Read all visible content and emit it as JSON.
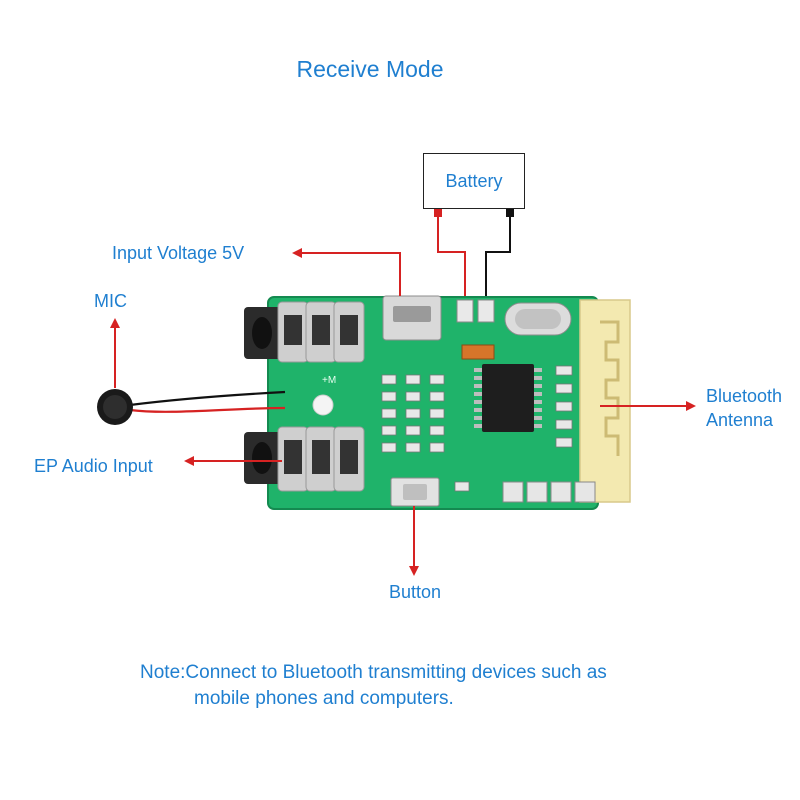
{
  "title": "Receive Mode",
  "labels": {
    "battery": "Battery",
    "input_voltage": "Input Voltage 5V",
    "mic": "MIC",
    "bluetooth_line1": "Bluetooth",
    "bluetooth_line2": "Antenna",
    "ep_audio_input": "EP Audio Input",
    "button": "Button"
  },
  "note": {
    "line1": "Note:Connect to Bluetooth transmitting devices such as",
    "line2": "mobile phones and computers."
  },
  "colors": {
    "label_blue": "#1f7fd0",
    "arrow_red": "#d62222",
    "pcb_green": "#1fb36a",
    "antenna_yellow": "#f3e9b0"
  },
  "icons": [
    "battery-box",
    "microphone-icon",
    "audio-jack-icon",
    "usb-port-icon",
    "push-button-icon",
    "chip-icon",
    "crystal-icon"
  ]
}
